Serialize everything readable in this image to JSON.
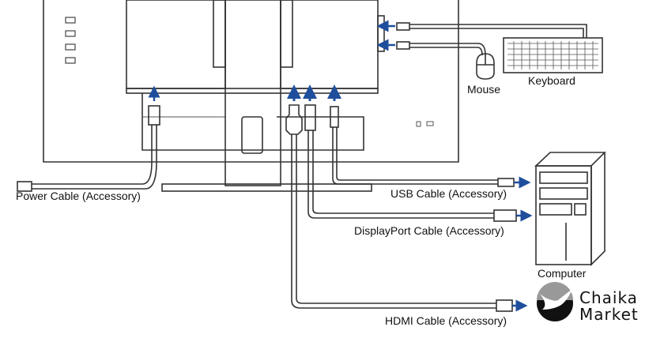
{
  "labels": {
    "power": "Power Cable (Accessory)",
    "usb": "USB Cable (Accessory)",
    "displayport": "DisplayPort Cable (Accessory)",
    "hdmi": "HDMI Cable (Accessory)",
    "mouse": "Mouse",
    "keyboard": "Keyboard",
    "computer": "Computer"
  },
  "logo": {
    "line1": "Chaika",
    "line2": "Market"
  },
  "colors": {
    "arrow": "#1f4e9c",
    "line": "#333333"
  }
}
